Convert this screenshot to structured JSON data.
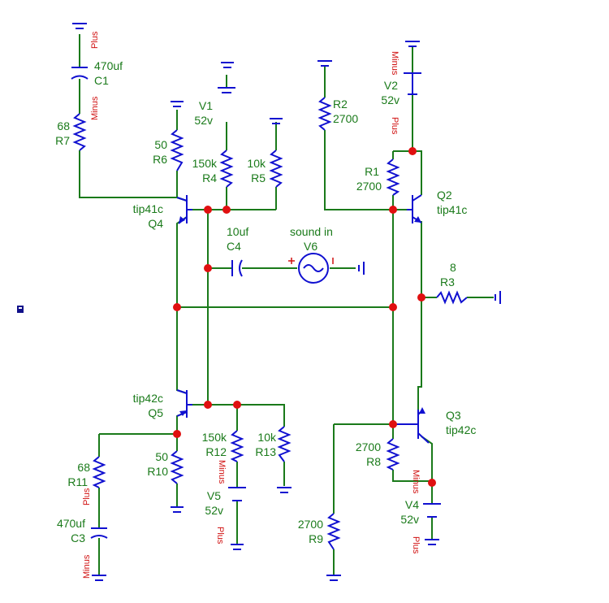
{
  "colors": {
    "wire": "#1a7a1a",
    "component": "#1010d0",
    "node": "#e01010",
    "pin_label": "#d01010",
    "label": "#1a7a1a"
  },
  "pin_labels": {
    "plus": "Plus",
    "minus": "Minus"
  },
  "components": {
    "C1": {
      "ref": "C1",
      "value": "470uf"
    },
    "R7": {
      "ref": "R7",
      "value": "68"
    },
    "R6": {
      "ref": "R6",
      "value": "50"
    },
    "V1": {
      "ref": "V1",
      "value": "52v"
    },
    "R4": {
      "ref": "R4",
      "value": "150k"
    },
    "R5": {
      "ref": "R5",
      "value": "10k"
    },
    "Q4": {
      "ref": "Q4",
      "value": "tip41c"
    },
    "C4": {
      "ref": "C4",
      "value": "10uf"
    },
    "V6": {
      "ref": "V6",
      "value": "sound in"
    },
    "R2": {
      "ref": "R2",
      "value": "2700"
    },
    "V2": {
      "ref": "V2",
      "value": "52v"
    },
    "R1": {
      "ref": "R1",
      "value": "2700"
    },
    "Q2": {
      "ref": "Q2",
      "value": "tip41c"
    },
    "R3": {
      "ref": "R3",
      "value": "8"
    },
    "Q5": {
      "ref": "Q5",
      "value": "tip42c"
    },
    "R10": {
      "ref": "R10",
      "value": "50"
    },
    "R12": {
      "ref": "R12",
      "value": "150k"
    },
    "R13": {
      "ref": "R13",
      "value": "10k"
    },
    "R11": {
      "ref": "R11",
      "value": "68"
    },
    "C3": {
      "ref": "C3",
      "value": "470uf"
    },
    "V5": {
      "ref": "V5",
      "value": "52v"
    },
    "Q3": {
      "ref": "Q3",
      "value": "tip42c"
    },
    "R8": {
      "ref": "R8",
      "value": "2700"
    },
    "V4": {
      "ref": "V4",
      "value": "52v"
    },
    "R9": {
      "ref": "R9",
      "value": "2700"
    }
  }
}
